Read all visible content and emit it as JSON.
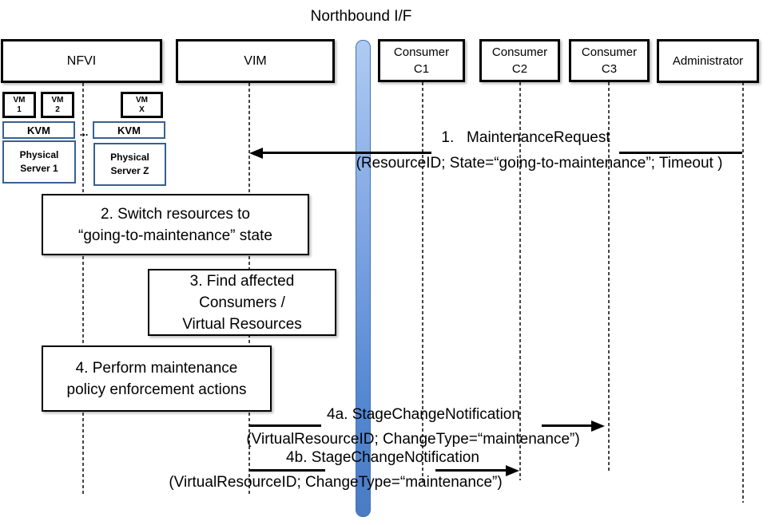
{
  "title": "Northbound I/F",
  "colors": {
    "accent_blue_border": "#376092",
    "bar_gradient_top": "#AECBF2",
    "bar_gradient_bottom": "#4A7CC4",
    "line_black": "#000000"
  },
  "actors": {
    "nfvi": {
      "label": "NFVI"
    },
    "vim": {
      "label": "VIM"
    },
    "c1": {
      "label": "Consumer\nC1"
    },
    "c2": {
      "label": "Consumer\nC2"
    },
    "c3": {
      "label": "Consumer\nC3"
    },
    "admin": {
      "label": "Administrator"
    }
  },
  "nfvi_internals": {
    "vm1": "VM\n1",
    "vm2": "VM\n2",
    "vmx": "VM\nX",
    "kvm1": "KVM",
    "kvm2": "KVM",
    "dots": "...",
    "ps1": "Physical\nServer 1",
    "psz": "Physical\nServer Z"
  },
  "messages": {
    "m1": {
      "line1": "1.   MaintenanceRequest",
      "line2": "(ResourceID; State=“going-to-maintenance”; Timeout )"
    },
    "m4a": {
      "line1": "4a. StageChangeNotification",
      "line2": "(VirtualResourceID; ChangeType=“maintenance”)"
    },
    "m4b": {
      "line1": "4b. StageChangeNotification",
      "line2": "(VirtualResourceID; ChangeType=“maintenance”)"
    }
  },
  "steps": {
    "s2": "2. Switch resources to\n“going-to-maintenance” state",
    "s3": "3. Find affected\nConsumers /\nVirtual Resources",
    "s4": "4. Perform maintenance\npolicy enforcement actions"
  }
}
